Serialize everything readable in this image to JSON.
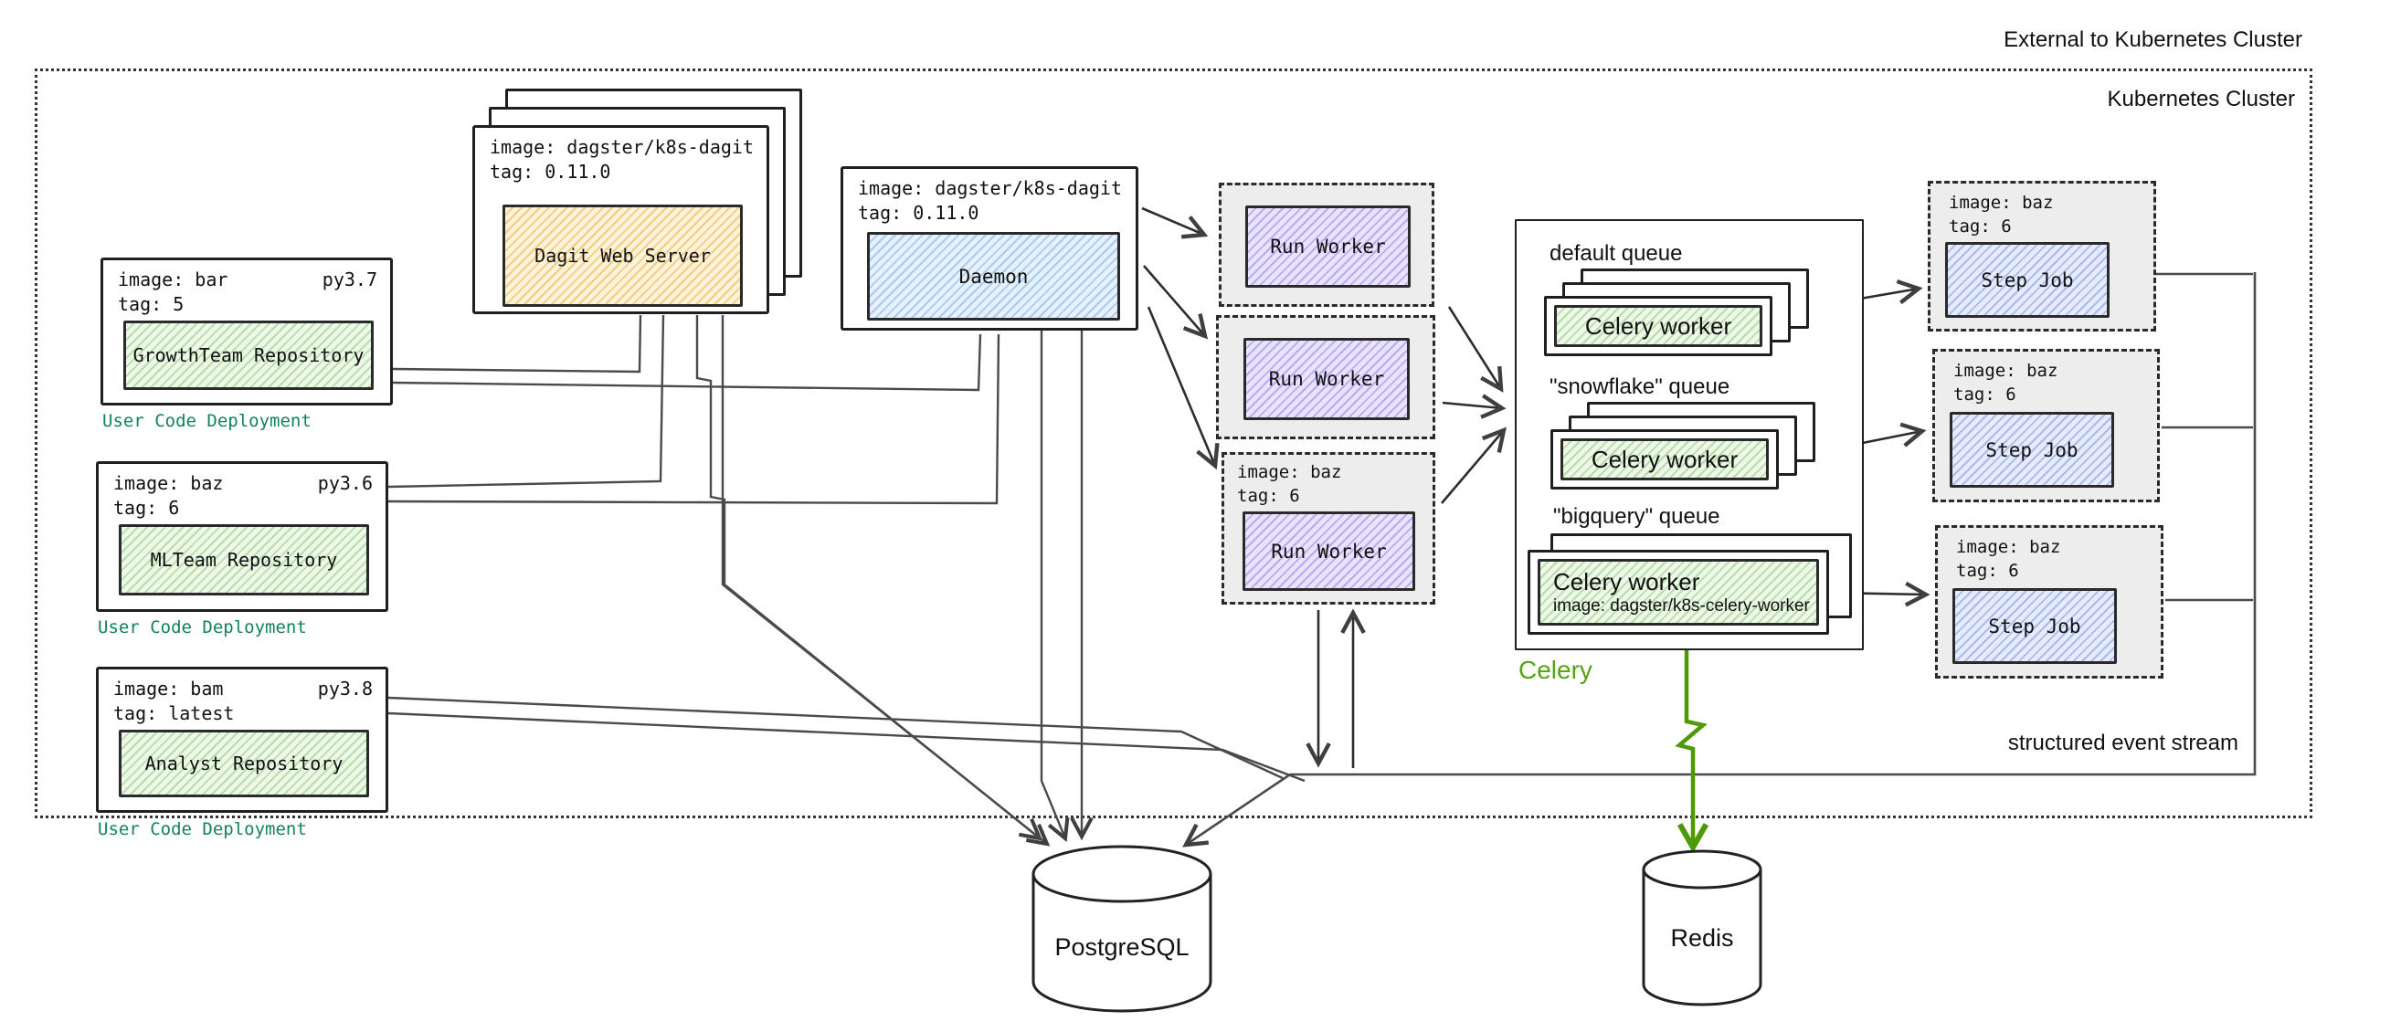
{
  "labels": {
    "external": "External to Kubernetes Cluster",
    "cluster": "Kubernetes Cluster",
    "event_stream": "structured event stream"
  },
  "user_code_deployments": [
    {
      "image_line": "image: bar",
      "python": "py3.7",
      "tag_line": "tag: 5",
      "repo": "GrowthTeam Repository",
      "caption": "User Code Deployment"
    },
    {
      "image_line": "image: baz",
      "python": "py3.6",
      "tag_line": "tag: 6",
      "repo": "MLTeam Repository",
      "caption": "User Code Deployment"
    },
    {
      "image_line": "image: bam",
      "python": "py3.8",
      "tag_line": "tag: latest",
      "repo": "Analyst Repository",
      "caption": "User Code Deployment"
    }
  ],
  "dagit": {
    "image_line": "image: dagster/k8s-dagit",
    "tag_line": "tag: 0.11.0",
    "title": "Dagit Web Server"
  },
  "daemon": {
    "image_line": "image: dagster/k8s-dagit",
    "tag_line": "tag: 0.11.0",
    "title": "Daemon"
  },
  "run_workers": [
    {
      "title": "Run Worker"
    },
    {
      "title": "Run Worker"
    },
    {
      "image_line": "image: baz",
      "tag_line": "tag: 6",
      "title": "Run Worker"
    }
  ],
  "celery": {
    "caption": "Celery",
    "queues": [
      {
        "name": "default queue",
        "worker": "Celery worker"
      },
      {
        "name": "\"snowflake\" queue",
        "worker": "Celery worker"
      },
      {
        "name": "\"bigquery\" queue",
        "worker": "Celery worker",
        "worker_image": "image: dagster/k8s-celery-worker"
      }
    ]
  },
  "step_jobs": [
    {
      "image_line": "image: baz",
      "tag_line": "tag: 6",
      "title": "Step Job"
    },
    {
      "image_line": "image: baz",
      "tag_line": "tag: 6",
      "title": "Step Job"
    },
    {
      "image_line": "image: baz",
      "tag_line": "tag: 6",
      "title": "Step Job"
    }
  ],
  "databases": {
    "postgres": "PostgreSQL",
    "redis": "Redis"
  },
  "colors": {
    "accent_green": "#4e9a06",
    "caption_teal": "#12845a",
    "line_gray": "#3f3f3f",
    "dagit_fill": "#f3cc7e",
    "daemon_fill": "#a6cdf0",
    "run_worker_fill": "#b9aaf2",
    "repo_fill": "#b5dfa6",
    "step_job_fill": "#aab9ee"
  }
}
